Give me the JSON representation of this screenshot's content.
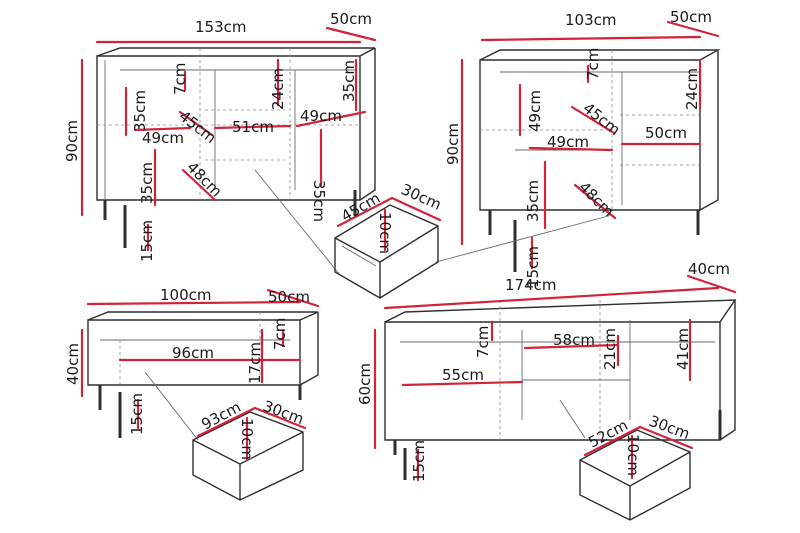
{
  "sideboard_153": {
    "width": "153cm",
    "depth": "50cm",
    "height": "90cm",
    "legs": "15cm",
    "top_gap": "7cm",
    "left_shelf_h": "35cm",
    "shelf_d": "45cm",
    "left_w": "49cm",
    "mid_w": "51cm",
    "mid_h": "24cm",
    "right_w": "49cm",
    "right_h1": "35cm",
    "right_h2": "35cm",
    "low_h": "35cm",
    "low_d": "48cm"
  },
  "sideboard_103": {
    "width": "103cm",
    "depth": "50cm",
    "height": "90cm",
    "legs": "15cm",
    "top_gap": "7cm",
    "left_h": "49cm",
    "shelf_d": "45cm",
    "left_w": "49cm",
    "right_h": "24cm",
    "right_w": "50cm",
    "low_h": "35cm",
    "low_d": "48cm"
  },
  "drawer_top": {
    "width": "45cm",
    "depth": "30cm",
    "height": "10cm"
  },
  "tv_bench_100": {
    "width": "100cm",
    "depth": "50cm",
    "height": "40cm",
    "legs": "15cm",
    "inner_w": "96cm",
    "inner_h": "17cm",
    "top_gap": "7cm"
  },
  "drawer_mid": {
    "width": "93cm",
    "depth": "30cm",
    "height": "10cm"
  },
  "tv_bench_174": {
    "width": "174cm",
    "depth": "40cm",
    "height": "60cm",
    "legs": "15cm",
    "top_gap": "7cm",
    "mid_w": "58cm",
    "mid_h": "21cm",
    "right_h": "41cm",
    "left_w": "55cm"
  },
  "drawer_right": {
    "width": "52cm",
    "depth": "30cm",
    "height": "10cm"
  }
}
